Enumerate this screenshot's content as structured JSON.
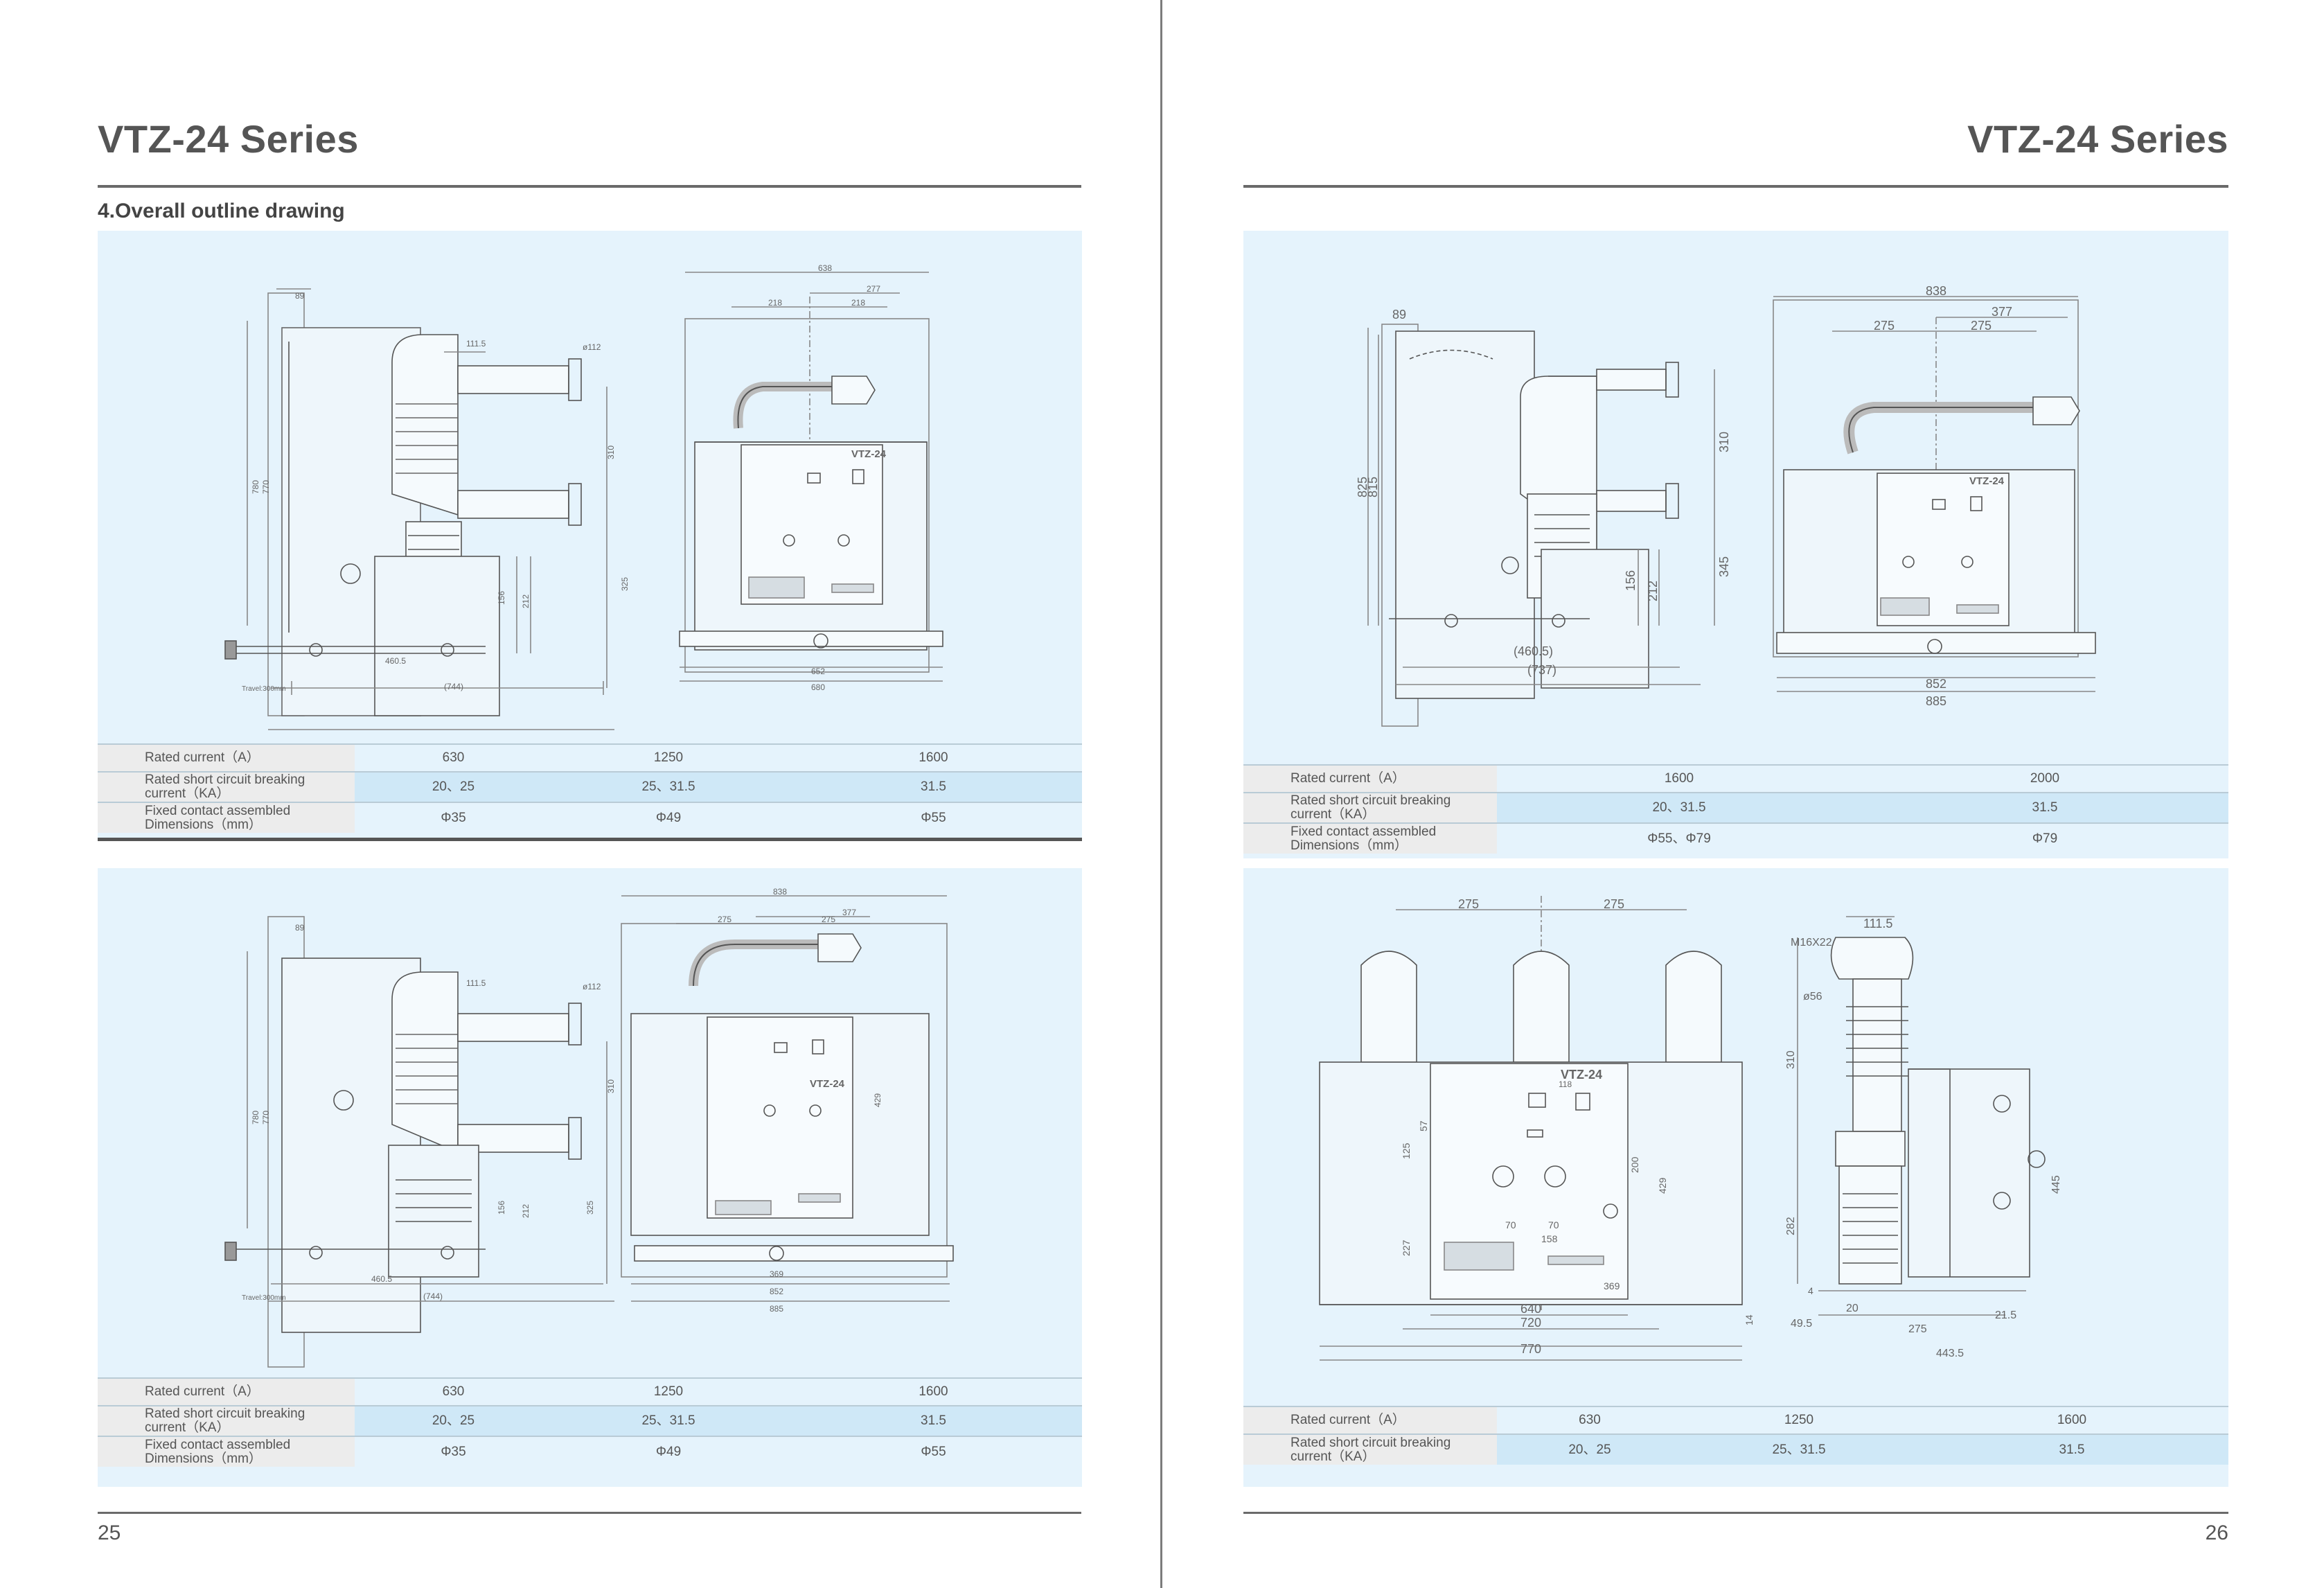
{
  "left": {
    "series_title": "VTZ-24 Series",
    "section_title": "4.Overall outline drawing",
    "page_number": "25",
    "panel1": {
      "dims": {
        "d89": "89",
        "d1115": "111.5",
        "d112": "ø112",
        "d780": "780",
        "d770": "770",
        "d310": "310",
        "d325": "325",
        "d212": "212",
        "d156": "156",
        "d4605": "460.5",
        "d744": "(744)",
        "travel": "Travel:300mm",
        "f638": "638",
        "f277": "277",
        "f2181": "218",
        "f2182": "218",
        "f652": "652",
        "f680": "680",
        "front_label": "VTZ-24"
      },
      "table": {
        "rows": [
          {
            "label": "Rated current（A）",
            "values": [
              "630",
              "1250",
              "1600"
            ]
          },
          {
            "label": "Rated short circuit breaking current（KA）",
            "values": [
              "20、25",
              "25、31.5",
              "31.5"
            ]
          },
          {
            "label": "Fixed contact  assembled Dimensions（mm）",
            "values": [
              "Φ35",
              "Φ49",
              "Φ55"
            ]
          }
        ]
      }
    },
    "panel2": {
      "dims": {
        "d89": "89",
        "d1115": "111.5",
        "d112": "ø112",
        "d780": "780",
        "d770": "770",
        "d310": "310",
        "d325": "325",
        "d212": "212",
        "d156": "156",
        "d4605": "460.5",
        "d744": "(744)",
        "travel": "Travel:300mm",
        "f838": "838",
        "f377": "377",
        "f275a": "275",
        "f275b": "275",
        "f369": "369",
        "f852": "852",
        "f885": "885",
        "f429": "429",
        "front_label": "VTZ-24"
      },
      "table": {
        "rows": [
          {
            "label": "Rated current（A）",
            "values": [
              "630",
              "1250",
              "1600"
            ]
          },
          {
            "label": "Rated short circuit breaking current（KA）",
            "values": [
              "20、25",
              "25、31.5",
              "31.5"
            ]
          },
          {
            "label": "Fixed contact  assembled Dimensions（mm）",
            "values": [
              "Φ35",
              "Φ49",
              "Φ55"
            ]
          }
        ]
      }
    }
  },
  "right": {
    "series_title": "VTZ-24 Series",
    "page_number": "26",
    "panel1": {
      "dims": {
        "d89": "89",
        "d825": "825",
        "d815": "815",
        "d310": "310",
        "d345": "345",
        "d156": "156",
        "d212": "212",
        "d4605": "(460.5)",
        "d737": "(737)",
        "f838": "838",
        "f377": "377",
        "f275a": "275",
        "f275b": "275",
        "f852": "852",
        "f885": "885",
        "front_label": "VTZ-24"
      },
      "table": {
        "rows": [
          {
            "label": "Rated current（A）",
            "values": [
              "1600",
              "2000"
            ]
          },
          {
            "label": "Rated short circuit breaking current（KA）",
            "values": [
              "20、31.5",
              "31.5"
            ]
          },
          {
            "label": "Fixed contact  assembled Dimensions（mm）",
            "values": [
              "Φ55、Φ79",
              "Φ79"
            ]
          }
        ]
      }
    },
    "panel2": {
      "dims": {
        "t275a": "275",
        "t275b": "275",
        "t118": "118",
        "t125": "125",
        "t57": "57",
        "t200": "200",
        "t429": "429",
        "t227": "227",
        "t70a": "70",
        "t70b": "70",
        "t158": "158",
        "t369": "369",
        "t640": "640",
        "t720": "720",
        "t770": "770",
        "t14": "14",
        "front_label": "VTZ-24",
        "s1115": "111.5",
        "sM16": "M16X22",
        "s56": "ø56",
        "s310": "310",
        "s282": "282",
        "s4": "4",
        "s20": "20",
        "s495": "49.5",
        "s275": "275",
        "s215": "21.5",
        "s4435": "443.5",
        "s445": "445"
      },
      "table": {
        "rows": [
          {
            "label": "Rated current（A）",
            "values": [
              "630",
              "1250",
              "1600"
            ]
          },
          {
            "label": "Rated short circuit breaking current（KA）",
            "values": [
              "20、25",
              "25、31.5",
              "31.5"
            ]
          }
        ]
      }
    }
  }
}
